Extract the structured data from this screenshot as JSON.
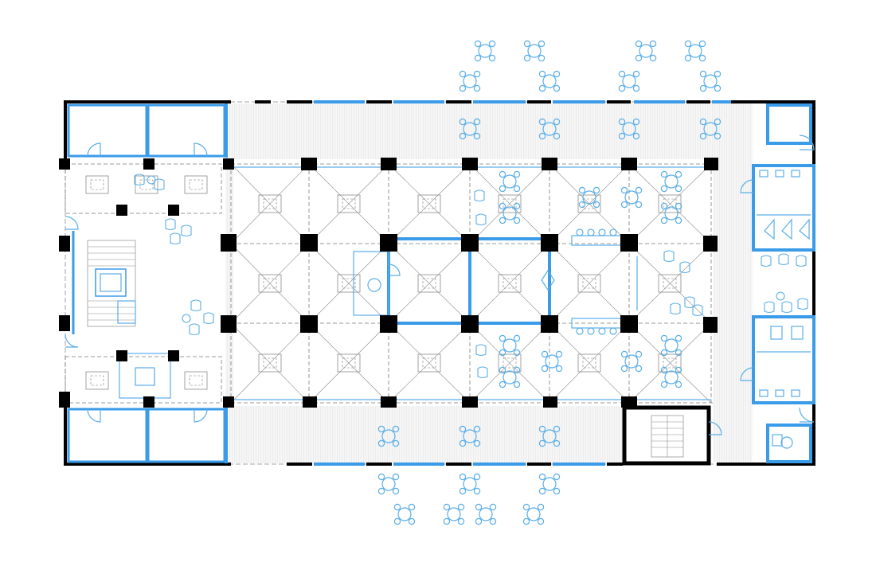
{
  "colors": {
    "background": "#ffffff",
    "structure": "#000000",
    "accent_walls": "#3a9be8",
    "furniture": "#5aaee8",
    "dashed_lines": "#7a7a7a",
    "hatch_fill": "#ebebeb"
  },
  "plan": {
    "type": "architectural-floor-plan",
    "view": "ground-floor",
    "elements": [
      "structural-columns",
      "coffered-ceiling-grid",
      "stair-cores",
      "restrooms",
      "corner-rooms",
      "cafe-tables-outdoor",
      "cafe-tables-indoor",
      "lounge-seating",
      "bar-counters"
    ]
  }
}
